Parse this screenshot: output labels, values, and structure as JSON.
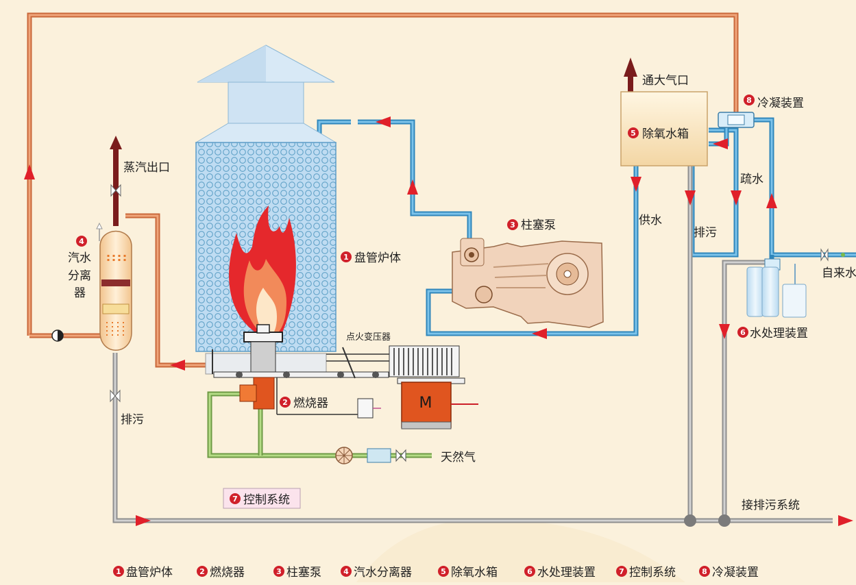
{
  "labels": {
    "coil_furnace": "盘管炉体",
    "burner": "燃烧器",
    "plunger_pump": "柱塞泵",
    "separator": "汽水\n分离\n器",
    "deaerator_tank": "除氧水箱",
    "water_treatment": "水处理装置",
    "control_system": "控制系统",
    "condenser": "冷凝装置",
    "steam_outlet": "蒸汽出口",
    "vent": "通大气口",
    "water_supply": "供水",
    "drain_water": "疏水",
    "blowdown": "排污",
    "tap_water": "自来水",
    "ignition_transformer": "点火变压器",
    "natural_gas": "天然气",
    "sewage_system": "接排污系统",
    "motor": "M"
  },
  "numbers": {
    "coil_furnace": "1",
    "burner": "2",
    "plunger_pump": "3",
    "separator": "4",
    "deaerator_tank": "5",
    "water_treatment": "6",
    "control_system": "7",
    "condenser": "8"
  },
  "legend": [
    {
      "num": "1",
      "text": "盘管炉体"
    },
    {
      "num": "2",
      "text": "燃烧器"
    },
    {
      "num": "3",
      "text": "柱塞泵"
    },
    {
      "num": "4",
      "text": "汽水分离器"
    },
    {
      "num": "5",
      "text": "除氧水箱"
    },
    {
      "num": "6",
      "text": "水处理装置"
    },
    {
      "num": "7",
      "text": "控制系统"
    },
    {
      "num": "8",
      "text": "冷凝装置"
    }
  ],
  "colors": {
    "steam_pipe": "#e8905a",
    "water_pipe": "#4aa6d6",
    "drain_pipe": "#b9b9b9",
    "gas_pipe": "#9ac46b",
    "flow_arrow": "#e0202a",
    "badge": "#d0202a",
    "motor": "#e0551f"
  }
}
